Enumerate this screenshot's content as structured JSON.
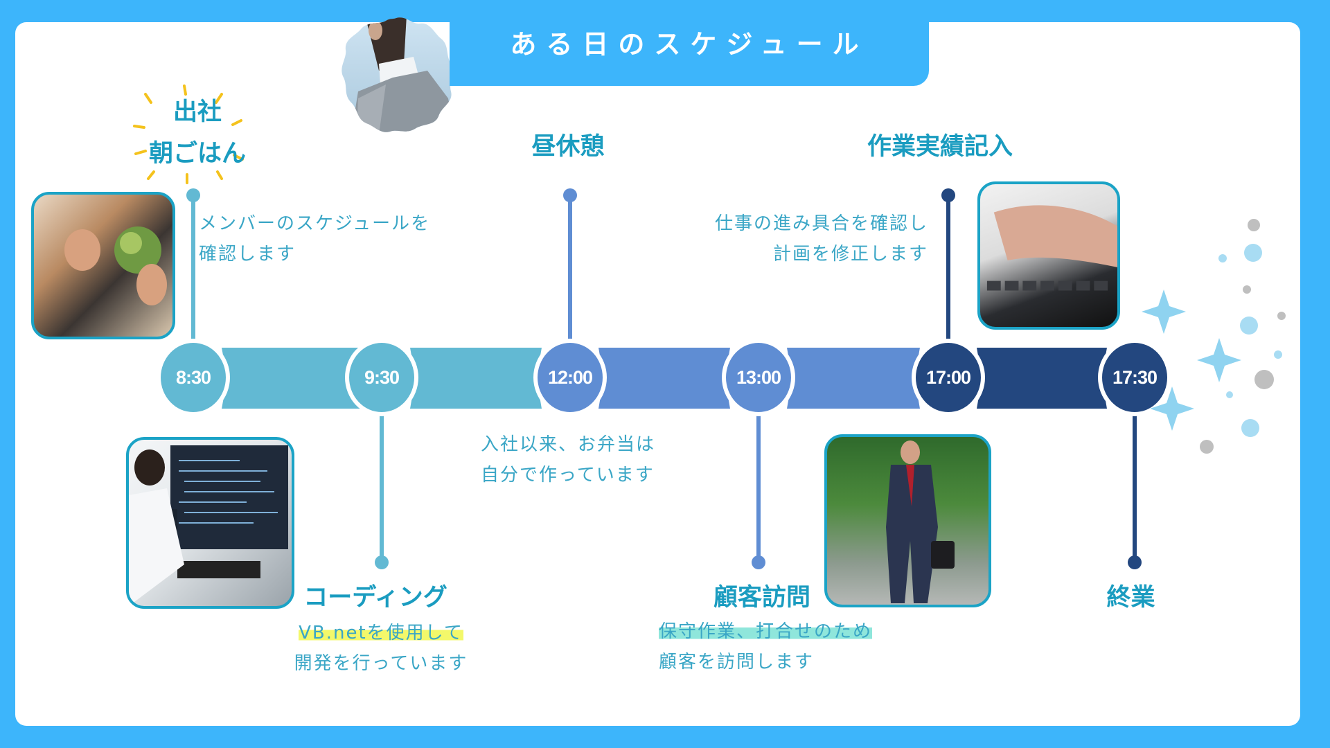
{
  "title": "ある日のスケジュール",
  "colors": {
    "background": "#3db5fb",
    "teal": "#62b9d3",
    "blue": "#5f8dd3",
    "navy": "#23477f",
    "heading": "#1a9cc0",
    "desc": "#3aa6c6"
  },
  "times": [
    "8:30",
    "9:30",
    "12:00",
    "13:00",
    "17:00",
    "17:30"
  ],
  "events": {
    "arrival": {
      "heading_line1": "出社",
      "heading_line2": "朝ごはん",
      "desc_line1": "メンバーのスケジュールを",
      "desc_line2": "確認します"
    },
    "coding": {
      "heading": "コーディング",
      "desc_line1": "VB.netを使用して",
      "desc_line2": "開発を行っています"
    },
    "lunch": {
      "heading": "昼休憩",
      "desc_line1": "入社以来、お弁当は",
      "desc_line2": "自分で作っています"
    },
    "visit": {
      "heading": "顧客訪問",
      "desc_line1": "保守作業、打合せのため",
      "desc_line2": "顧客を訪問します"
    },
    "report": {
      "heading": "作業実績記入",
      "desc_line1": "仕事の進み具合を確認し",
      "desc_line2": "計画を修正します"
    },
    "end": {
      "heading": "終業"
    }
  }
}
